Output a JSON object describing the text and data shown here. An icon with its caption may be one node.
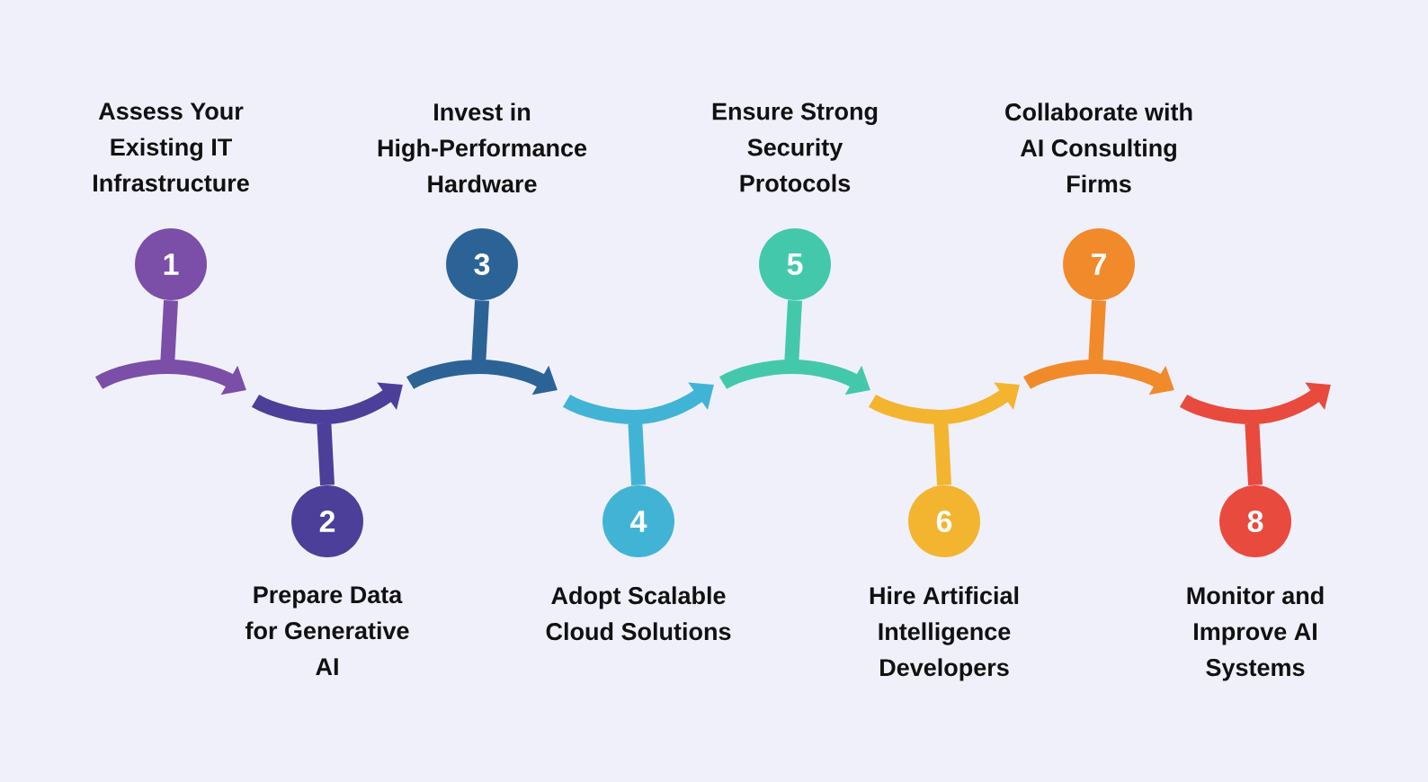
{
  "diagram": {
    "nodes": [
      {
        "text": [
          "Assess Your Existing IT Infrastructure",
          "1"
        ]
      },
      {
        "text": [
          "2",
          "Prepare Data for Generative AI"
        ]
      },
      {
        "text": [
          "Invest in High-Performance Hardware",
          "3"
        ]
      },
      {
        "text": [
          "4",
          "Adopt Scalable Cloud Solutions"
        ]
      },
      {
        "text": [
          "Ensure Strong Security Protocols",
          "5"
        ]
      },
      {
        "text": [
          "6",
          "Hire Artificial Intelligence Developers"
        ]
      },
      {
        "text": [
          "Collaborate with AI Consulting Firms",
          "7"
        ]
      },
      {
        "text": [
          "8",
          "Monitor and Improve AI Systems"
        ]
      }
    ],
    "edges": [
      {
        "from": 0,
        "to": null,
        "arrow": "to",
        "color": "#7b4ea8"
      },
      {
        "from": 1,
        "to": null,
        "arrow": "to",
        "color": "#4b3f9a"
      },
      {
        "from": 2,
        "to": null,
        "arrow": "to",
        "color": "#2b6397"
      },
      {
        "from": 3,
        "to": null,
        "arrow": "to",
        "color": "#41b4d6"
      },
      {
        "from": 4,
        "to": null,
        "arrow": "to",
        "color": "#44c8ac"
      },
      {
        "from": 5,
        "to": null,
        "arrow": "to",
        "color": "#f3b42f"
      },
      {
        "from": 6,
        "to": null,
        "arrow": "to",
        "color": "#f18a2b"
      },
      {
        "from": 7,
        "to": null,
        "arrow": "to",
        "color": "#e84a3d"
      }
    ]
  }
}
